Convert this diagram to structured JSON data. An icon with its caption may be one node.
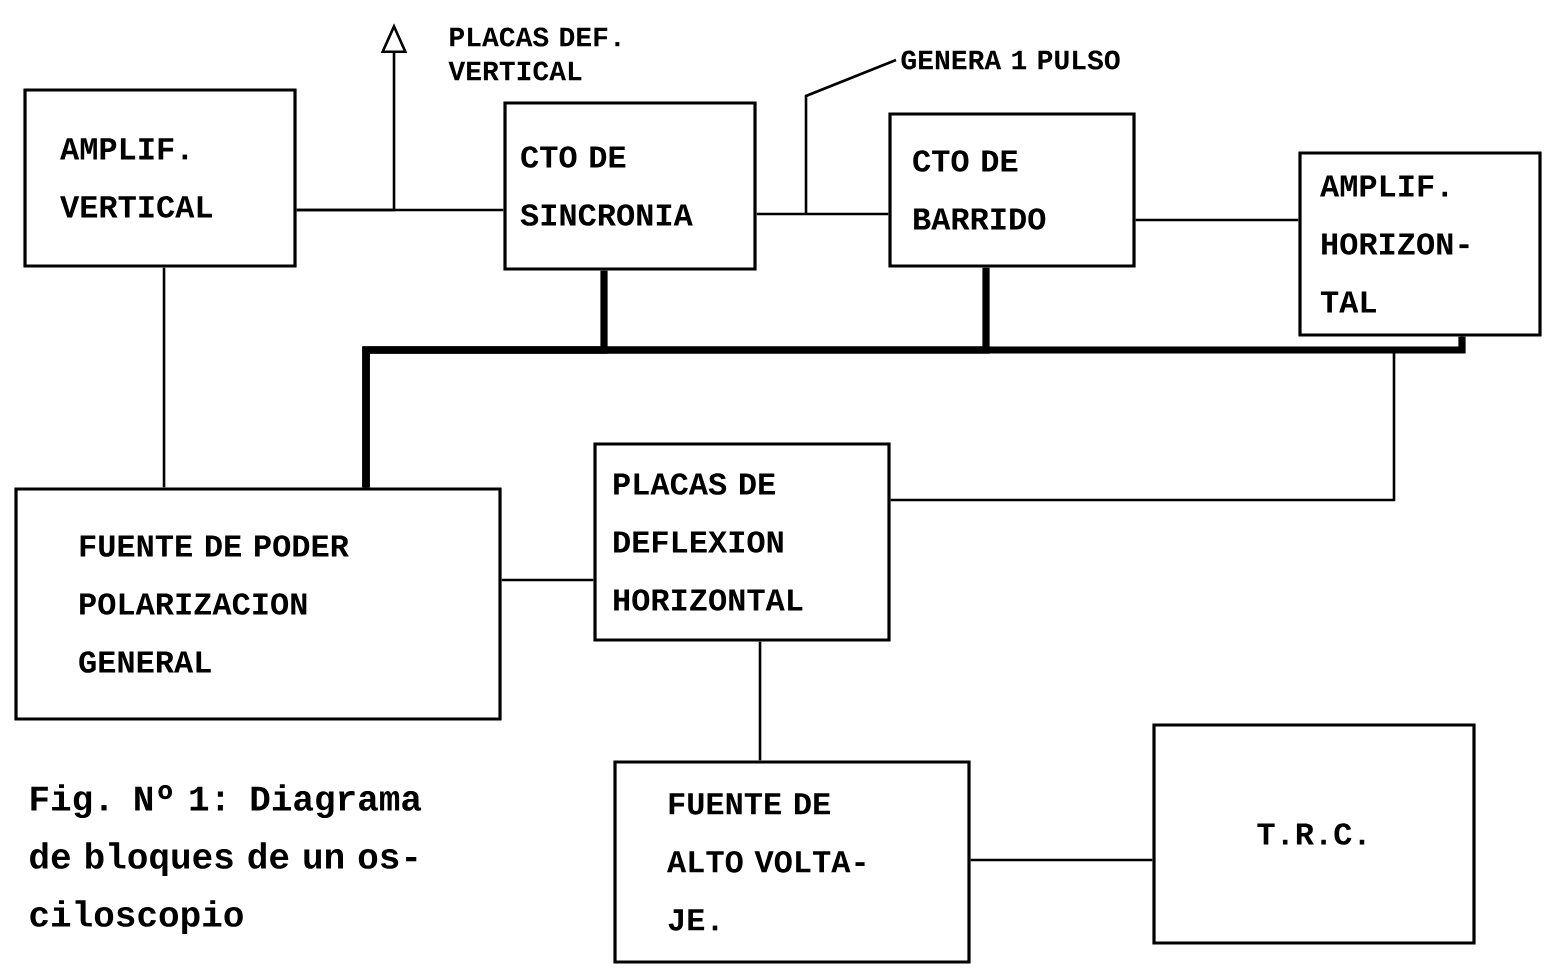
{
  "diagram": {
    "caption": "Fig. Nº 1: Diagrama de bloques de un os- ciloscopio",
    "nodes": [
      {
        "text": [
          "AMPLIF. VERTICAL"
        ]
      },
      {
        "text": [
          "CTO DE SINCRONIA"
        ]
      },
      {
        "text": [
          "CTO DE BARRIDO"
        ]
      },
      {
        "text": [
          "AMPLIF. HORIZON- TAL"
        ]
      },
      {
        "text": [
          "FUENTE DE PODER POLARIZACION GENERAL"
        ]
      },
      {
        "text": [
          "PLACAS DE DEFLEXION HORIZONTAL"
        ]
      },
      {
        "text": [
          "FUENTE DE ALTO VOLTA- JE."
        ]
      },
      {
        "text": [
          "T.R.C."
        ]
      },
      {
        "text": [
          "PLACAS DEF. VERTICAL"
        ]
      },
      {
        "text": [
          "GENERA 1 PULSO"
        ]
      }
    ],
    "edges": [
      {
        "from": 0,
        "to": 1,
        "arrow": "none"
      },
      {
        "from": 0,
        "to": 8,
        "arrow": "to"
      },
      {
        "from": 1,
        "to": 2,
        "arrow": "none"
      },
      {
        "from": 2,
        "to": 3,
        "arrow": "none"
      },
      {
        "from": 4,
        "to": 1,
        "arrow": "none",
        "style": "thick"
      },
      {
        "from": 4,
        "to": 2,
        "arrow": "none",
        "style": "thick"
      },
      {
        "from": 4,
        "to": 3,
        "arrow": "none",
        "style": "thick"
      },
      {
        "from": 3,
        "to": 5,
        "arrow": "none"
      },
      {
        "from": 0,
        "to": 4,
        "arrow": "none"
      },
      {
        "from": 4,
        "to": 5,
        "arrow": "none"
      },
      {
        "from": 5,
        "to": 6,
        "arrow": "none"
      },
      {
        "from": 6,
        "to": 7,
        "arrow": "none"
      },
      {
        "from": 9,
        "to": null,
        "arrow": "none"
      }
    ]
  }
}
